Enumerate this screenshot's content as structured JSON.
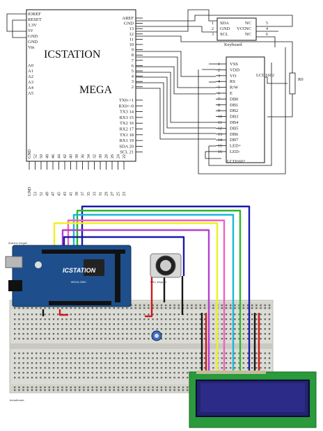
{
  "mega": {
    "title": "ICSTATION",
    "subtitle": "MEGA",
    "left_pins": [
      "IOREF",
      "RESET",
      "3.3V",
      "5V",
      "GND",
      "GND",
      "Vin",
      "A0",
      "A1",
      "A2",
      "A3",
      "A4",
      "A5"
    ],
    "right_top": [
      {
        "n": "AREF",
        "t": ""
      },
      {
        "n": "GND",
        "t": ""
      },
      {
        "n": "13",
        "t": ""
      },
      {
        "n": "12",
        "t": ""
      },
      {
        "n": "11",
        "t": ""
      },
      {
        "n": "10",
        "t": ""
      },
      {
        "n": "9",
        "t": ""
      },
      {
        "n": "8",
        "t": ""
      },
      {
        "n": "7",
        "t": ""
      },
      {
        "n": "6",
        "t": ""
      },
      {
        "n": "5",
        "t": ""
      },
      {
        "n": "4",
        "t": ""
      },
      {
        "n": "3",
        "t": ""
      },
      {
        "n": "2",
        "t": ""
      }
    ],
    "right_comm": [
      "TX0->1",
      "RX0<-0",
      "TX3 14",
      "RX3 15",
      "TX2 16",
      "RX2 17",
      "TX1 18",
      "RX1 19",
      "SDA 20",
      "SCL 21"
    ],
    "bottom_inner": [
      "GND",
      "52",
      "50",
      "48",
      "46",
      "44",
      "42",
      "40",
      "38",
      "36",
      "34",
      "32",
      "30",
      "28",
      "26",
      "24",
      "22"
    ],
    "bottom_outer": [
      "GND",
      "53",
      "51",
      "49",
      "47",
      "45",
      "43",
      "41",
      "39",
      "37",
      "35",
      "33",
      "31",
      "29",
      "27",
      "25",
      "23"
    ]
  },
  "keyboard": {
    "label": "Keyboard",
    "left_nums": [
      "1",
      "2",
      "3"
    ],
    "pins": [
      "SDA",
      "GND",
      "SCL"
    ],
    "nc": [
      "NC",
      "NC",
      "NC"
    ],
    "vcc": "VCC",
    "right_nums": [
      "5",
      "4",
      "6"
    ]
  },
  "lcd": {
    "label": "LCD1602",
    "side_label": "LCD1602",
    "nums": [
      "1",
      "2",
      "3",
      "4",
      "5",
      "6",
      "7",
      "8",
      "9",
      "10",
      "11",
      "12",
      "13",
      "14",
      "15",
      "16"
    ],
    "pins": [
      "VSS",
      "VDD",
      "VO",
      "RS",
      "R/W",
      "E",
      "DB0",
      "DB1",
      "DB2",
      "DB3",
      "DB4",
      "DB5",
      "DB6",
      "DB7",
      "LED+",
      "LED-"
    ]
  },
  "pot": {
    "label": "R0"
  },
  "photo": {
    "board_label": "Arduino mega2",
    "board_brand": "ICSTATION",
    "board_model": "MEGA 2560",
    "keypad_label": "PS2_keypad",
    "breadboard_label": "breadboard",
    "colors": {
      "blue": "#1a1aa8",
      "green": "#2ab82a",
      "yellow": "#f0f020",
      "purple": "#b040d0",
      "cyan": "#18b8d8",
      "pink": "#f060c0",
      "red": "#d01818",
      "black": "#151515",
      "lcd_screen": "#23236e",
      "lcd_pcb": "#2a9a3a",
      "uno_pcb": "#1e4f8c"
    }
  }
}
